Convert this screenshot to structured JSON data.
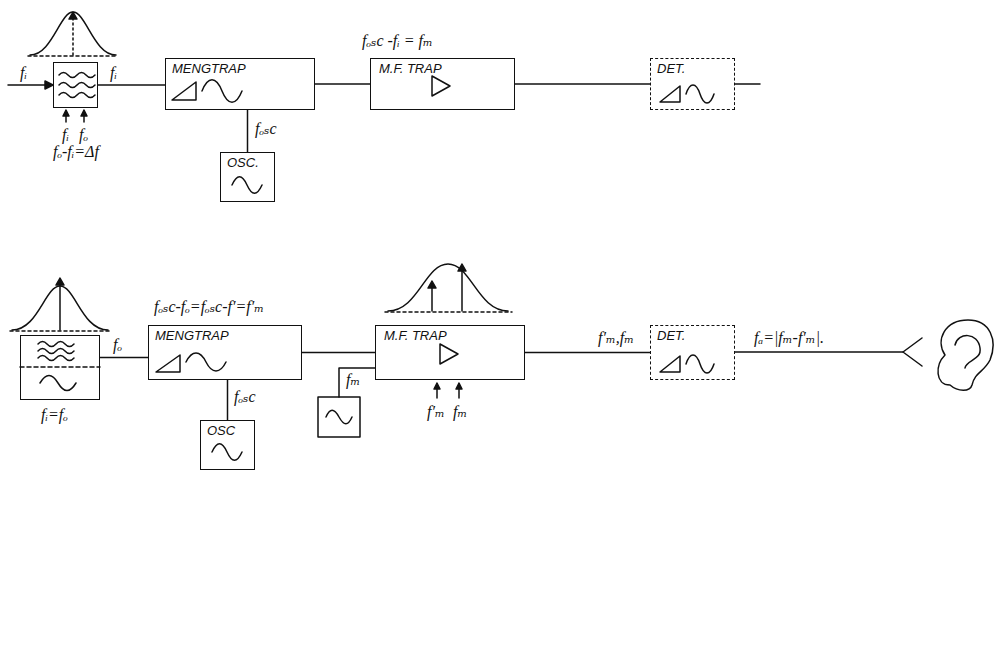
{
  "diagram": {
    "nodes": [
      {
        "text": [
          "fᵢ",
          "fₒ",
          "fₒ-fᵢ=Δf"
        ]
      },
      {
        "text": [
          "MENGTRAP"
        ]
      },
      {
        "text": [
          "M.F. TRAP"
        ]
      },
      {
        "text": [
          "DET."
        ]
      },
      {
        "text": [
          "OSC."
        ]
      },
      {
        "text": [
          "fᵢ=fₒ"
        ]
      },
      {
        "text": [
          "MENGTRAP"
        ]
      },
      {
        "text": [
          "M.F. TRAP",
          "f′ₘ",
          "fₘ"
        ]
      },
      {
        "text": [
          "OSC"
        ]
      },
      {
        "text": [
          "DET."
        ]
      }
    ],
    "edges": [
      {
        "from": 0,
        "to": 1,
        "arrow": "none",
        "label": "fᵢ"
      },
      {
        "from": 4,
        "to": 1,
        "arrow": "none",
        "label": "fₒₛc"
      },
      {
        "from": 1,
        "to": 2,
        "arrow": "none"
      },
      {
        "from": 2,
        "to": 3,
        "arrow": "none"
      },
      {
        "from": 5,
        "to": 6,
        "arrow": "none",
        "label": "fₒ"
      },
      {
        "from": 8,
        "to": 6,
        "arrow": "none",
        "label": "fₒₛc"
      },
      {
        "from": 6,
        "to": 7,
        "arrow": "none"
      },
      {
        "from": 7,
        "to": 9,
        "arrow": "none",
        "label": "f′ₘ,fₘ"
      }
    ],
    "labels": [
      "fᵢ",
      "fₒₛc -fᵢ = fₘ",
      "fₒₛc-fₒ=fₒₛc-f′=f′ₘ",
      "fₘ",
      "fₐ=|fₘ-f′ₘ|."
    ]
  }
}
